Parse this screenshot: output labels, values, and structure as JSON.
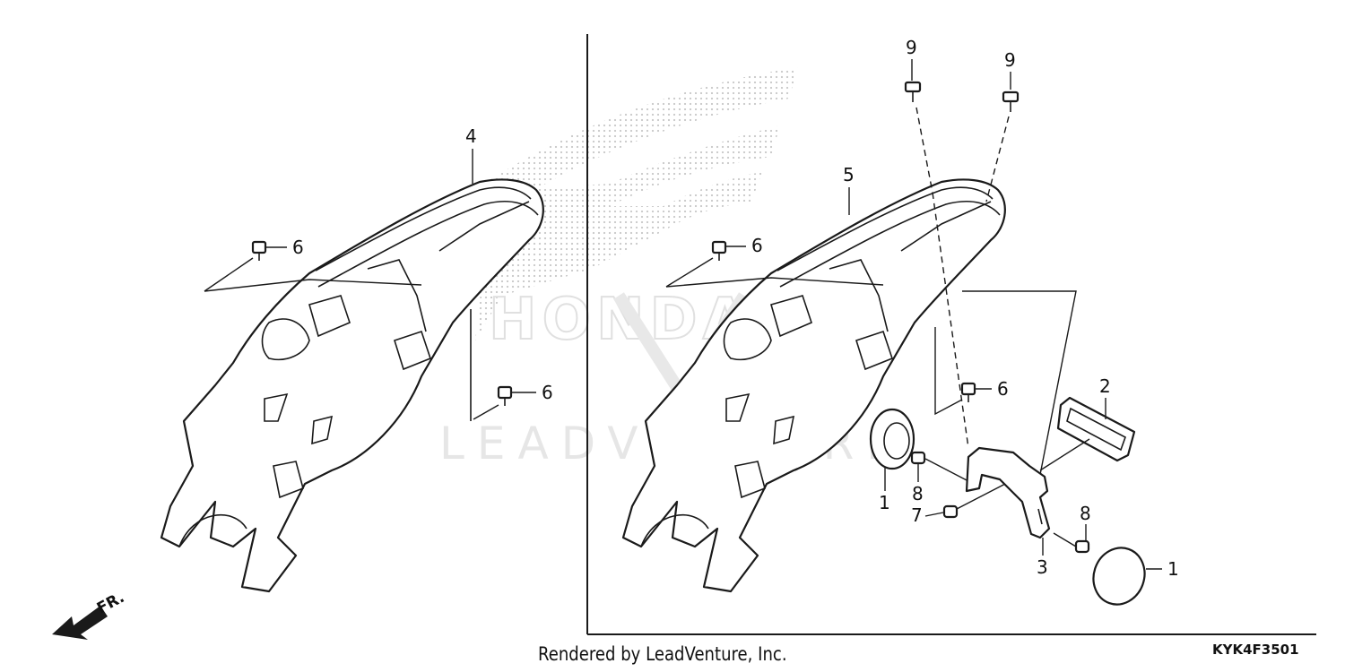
{
  "diagram": {
    "callouts": {
      "left_fender": "4",
      "left_bolt_upper": "6",
      "left_bolt_lower": "6",
      "right_fender": "5",
      "right_bolt_upper": "6",
      "right_bolt_lower": "6",
      "screw_a": "9",
      "screw_b": "9",
      "reflector_left": "1",
      "reflector_right": "1",
      "reflector_rect": "2",
      "bracket": "3",
      "nut": "7",
      "collar_left": "8",
      "collar_right": "8"
    },
    "direction_label": "FR.",
    "watermark_brand": "HONDA",
    "watermark_text": "LEADVENTURE"
  },
  "footer": {
    "rendered_by": "Rendered by LeadVenture, Inc.",
    "diagram_code": "KYK4F3501"
  }
}
